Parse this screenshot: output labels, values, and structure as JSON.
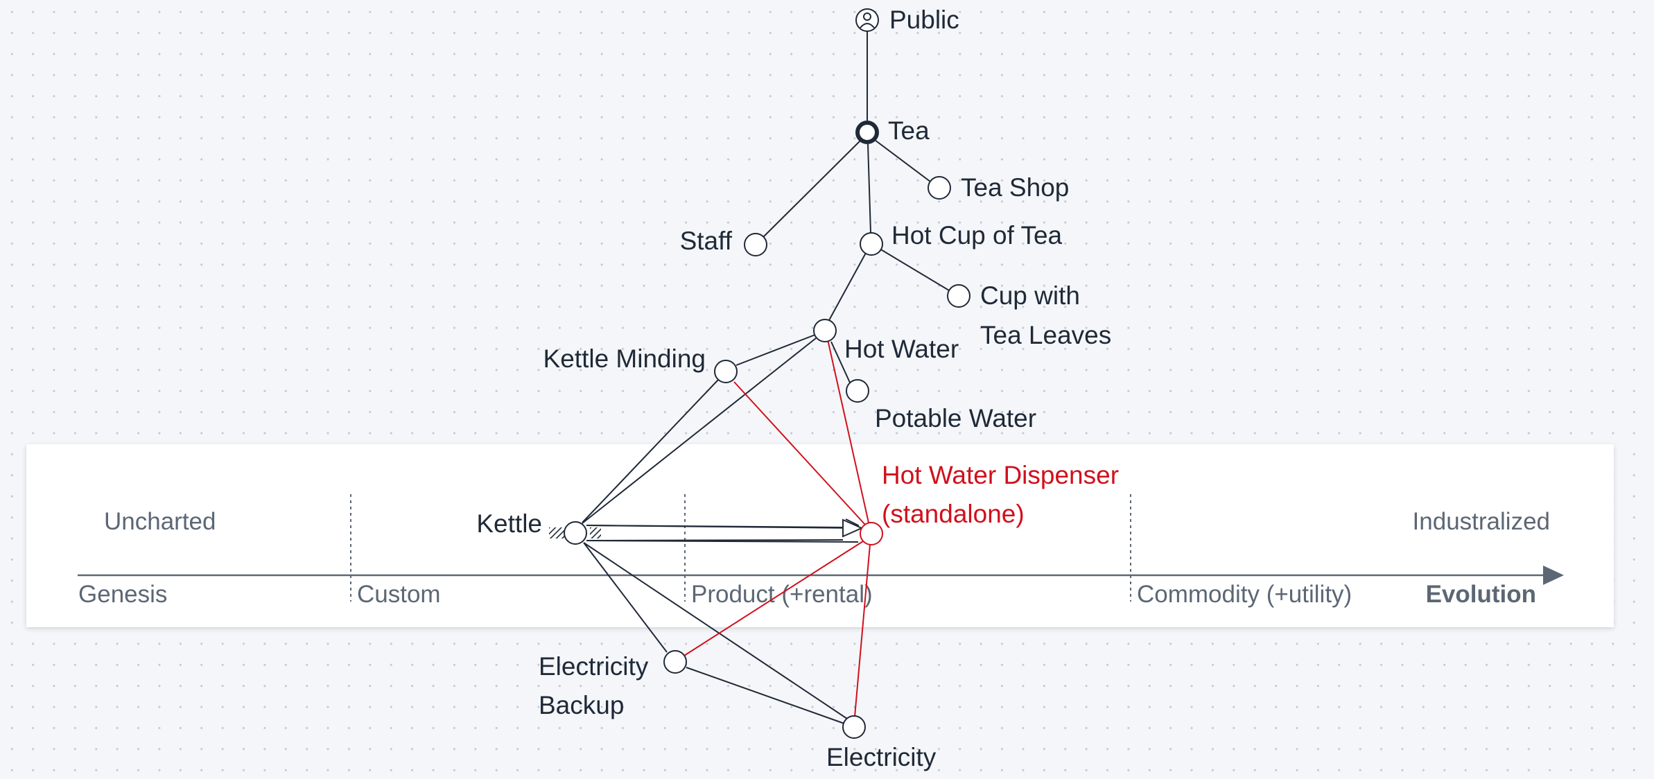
{
  "colors": {
    "ink": "#1f2937",
    "highlight": "#d0101c",
    "axis": "#5c6775",
    "band": "#ffffff",
    "canvas": "#f4f6f9"
  },
  "axis": {
    "title": "Evolution",
    "stages": [
      "Genesis",
      "Custom",
      "Product (+rental)",
      "Commodity (+utility)"
    ],
    "region_left": "Uncharted",
    "region_right": "Industralized"
  },
  "nodes": {
    "public": {
      "label": "Public",
      "icon": "user-icon",
      "evolution": 0.53,
      "visibility": 0.0
    },
    "tea": {
      "label": "Tea",
      "evolution": 0.53,
      "visibility": 0.11
    },
    "tea_shop": {
      "label": "Tea Shop",
      "evolution": 0.58,
      "visibility": 0.17
    },
    "staff": {
      "label": "Staff",
      "evolution": 0.46,
      "visibility": 0.22
    },
    "hot_cup": {
      "label": "Hot Cup of Tea",
      "evolution": 0.53,
      "visibility": 0.22
    },
    "cup_leaves": {
      "label_lines": [
        "Cup with",
        "Tea Leaves"
      ],
      "evolution": 0.59,
      "visibility": 0.28
    },
    "hot_water": {
      "label": "Hot Water",
      "evolution": 0.5,
      "visibility": 0.31
    },
    "kettle_minding": {
      "label": "Kettle Minding",
      "evolution": 0.44,
      "visibility": 0.35
    },
    "potable_water": {
      "label": "Potable Water",
      "evolution": 0.52,
      "visibility": 0.38
    },
    "dispenser": {
      "label_lines": [
        "Hot Water Dispenser",
        "(standalone)"
      ],
      "evolution": 0.53,
      "visibility": 0.52
    },
    "kettle": {
      "label": "Kettle",
      "evolution": 0.34,
      "visibility": 0.52
    },
    "elec_backup": {
      "label_lines": [
        "Electricity",
        "Backup"
      ],
      "evolution": 0.41,
      "visibility": 0.66
    },
    "electricity": {
      "label": "Electricity",
      "evolution": 0.52,
      "visibility": 0.74
    }
  },
  "links": [
    {
      "from": "public",
      "to": "tea",
      "color": "ink"
    },
    {
      "from": "tea",
      "to": "tea_shop",
      "color": "ink"
    },
    {
      "from": "tea",
      "to": "staff",
      "color": "ink"
    },
    {
      "from": "tea",
      "to": "hot_cup",
      "color": "ink"
    },
    {
      "from": "hot_cup",
      "to": "cup_leaves",
      "color": "ink"
    },
    {
      "from": "hot_cup",
      "to": "hot_water",
      "color": "ink"
    },
    {
      "from": "hot_water",
      "to": "potable_water",
      "color": "ink"
    },
    {
      "from": "hot_water",
      "to": "kettle_minding",
      "color": "ink"
    },
    {
      "from": "hot_water",
      "to": "kettle",
      "color": "ink"
    },
    {
      "from": "kettle_minding",
      "to": "kettle",
      "color": "ink"
    },
    {
      "from": "kettle",
      "to": "elec_backup",
      "color": "ink"
    },
    {
      "from": "kettle",
      "to": "electricity",
      "color": "ink"
    },
    {
      "from": "elec_backup",
      "to": "electricity",
      "color": "ink"
    },
    {
      "from": "hot_water",
      "to": "dispenser",
      "color": "highlight"
    },
    {
      "from": "kettle_minding",
      "to": "dispenser",
      "color": "highlight"
    },
    {
      "from": "elec_backup",
      "to": "dispenser",
      "color": "highlight"
    },
    {
      "from": "electricity",
      "to": "dispenser",
      "color": "highlight"
    }
  ],
  "evolve": {
    "from": "kettle",
    "to": "dispenser"
  }
}
